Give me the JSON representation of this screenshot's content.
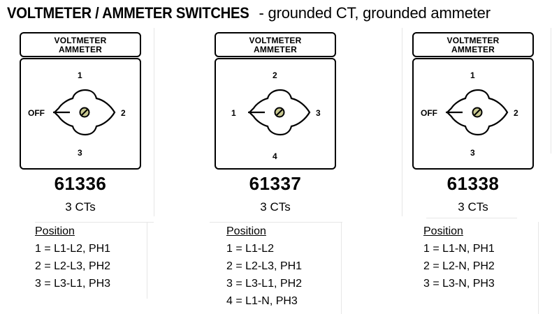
{
  "title": {
    "bold": "VOLTMETER / AMMETER SWITCHES",
    "normal": " - grounded CT, grounded ammeter"
  },
  "switches": [
    {
      "label_line1": "VOLTMETER",
      "label_line2": "AMMETER",
      "dial_top": "1",
      "dial_left": "OFF",
      "dial_right": "2",
      "dial_bottom": "3",
      "part_number": "61336",
      "ct_count": "3 CTs",
      "positions_heading": "Position",
      "positions": [
        "1 = L1-L2, PH1",
        "2 = L2-L3, PH2",
        "3 = L3-L1, PH3"
      ]
    },
    {
      "label_line1": "VOLTMETER",
      "label_line2": "AMMETER",
      "dial_top": "2",
      "dial_left": "1",
      "dial_right": "3",
      "dial_bottom": "4",
      "part_number": "61337",
      "ct_count": "3 CTs",
      "positions_heading": "Position",
      "positions": [
        "1 = L1-L2",
        "2 = L2-L3, PH1",
        "3 = L3-L1, PH2",
        "4 = L1-N, PH3"
      ]
    },
    {
      "label_line1": "VOLTMETER",
      "label_line2": "AMMETER",
      "dial_top": "1",
      "dial_left": "OFF",
      "dial_right": "2",
      "dial_bottom": "3",
      "part_number": "61338",
      "ct_count": "3 CTs",
      "positions_heading": "Position",
      "positions": [
        "1 = L1-N, PH1",
        "2 = L2-N, PH2",
        "3 = L3-N, PH3"
      ]
    }
  ],
  "colors": {
    "ink": "#000000",
    "knob_screw": "#c8c890"
  },
  "icons": {
    "knob": "rotary-knob-icon",
    "screw": "screw-slot-icon"
  }
}
